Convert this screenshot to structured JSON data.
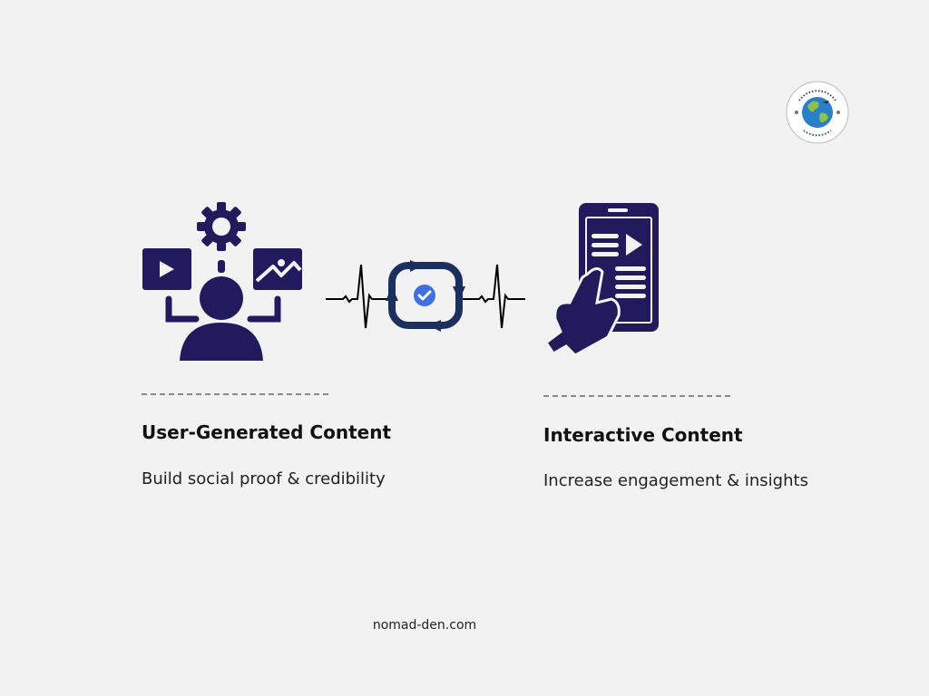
{
  "logo": {
    "text_top": "nomad-den.com",
    "text_bottom": "work anywhere"
  },
  "colors": {
    "background": "#f2f2f2",
    "icon_navy": "#231a5e",
    "cycle_navy": "#1c2f5e",
    "check_blue": "#3f6fe0"
  },
  "left": {
    "icon": "user-generated-content-icon",
    "title": "User-Generated Content",
    "subtitle": "Build social proof & credibility"
  },
  "center": {
    "icon": "heartbeat-cycle-check-icon"
  },
  "right": {
    "icon": "touch-phone-icon",
    "title": "Interactive Content",
    "subtitle": "Increase engagement & insights"
  },
  "footer": "nomad-den.com"
}
